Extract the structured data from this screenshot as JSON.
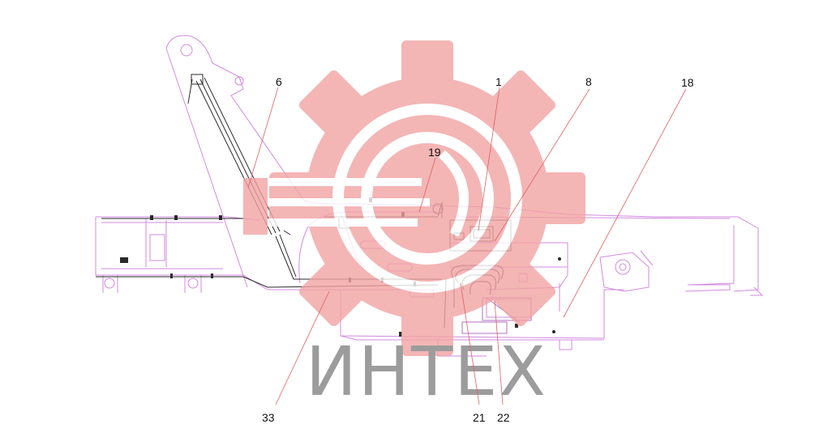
{
  "diagram": {
    "callouts": [
      {
        "id": "c6",
        "label": "6"
      },
      {
        "id": "c1",
        "label": "1"
      },
      {
        "id": "c8",
        "label": "8"
      },
      {
        "id": "c18",
        "label": "18"
      },
      {
        "id": "c19",
        "label": "19"
      },
      {
        "id": "c33",
        "label": "33"
      },
      {
        "id": "c21",
        "label": "21"
      },
      {
        "id": "c22",
        "label": "22"
      }
    ],
    "watermark": {
      "text": "ИНТЕХ",
      "logo_color": "#f2a3a3",
      "text_color": "#9c9c9c"
    },
    "colors": {
      "outline": "#d28adf",
      "frame": "#e3a9ec",
      "dark_part": "#2a2a2a",
      "leader": "#e06060"
    }
  }
}
